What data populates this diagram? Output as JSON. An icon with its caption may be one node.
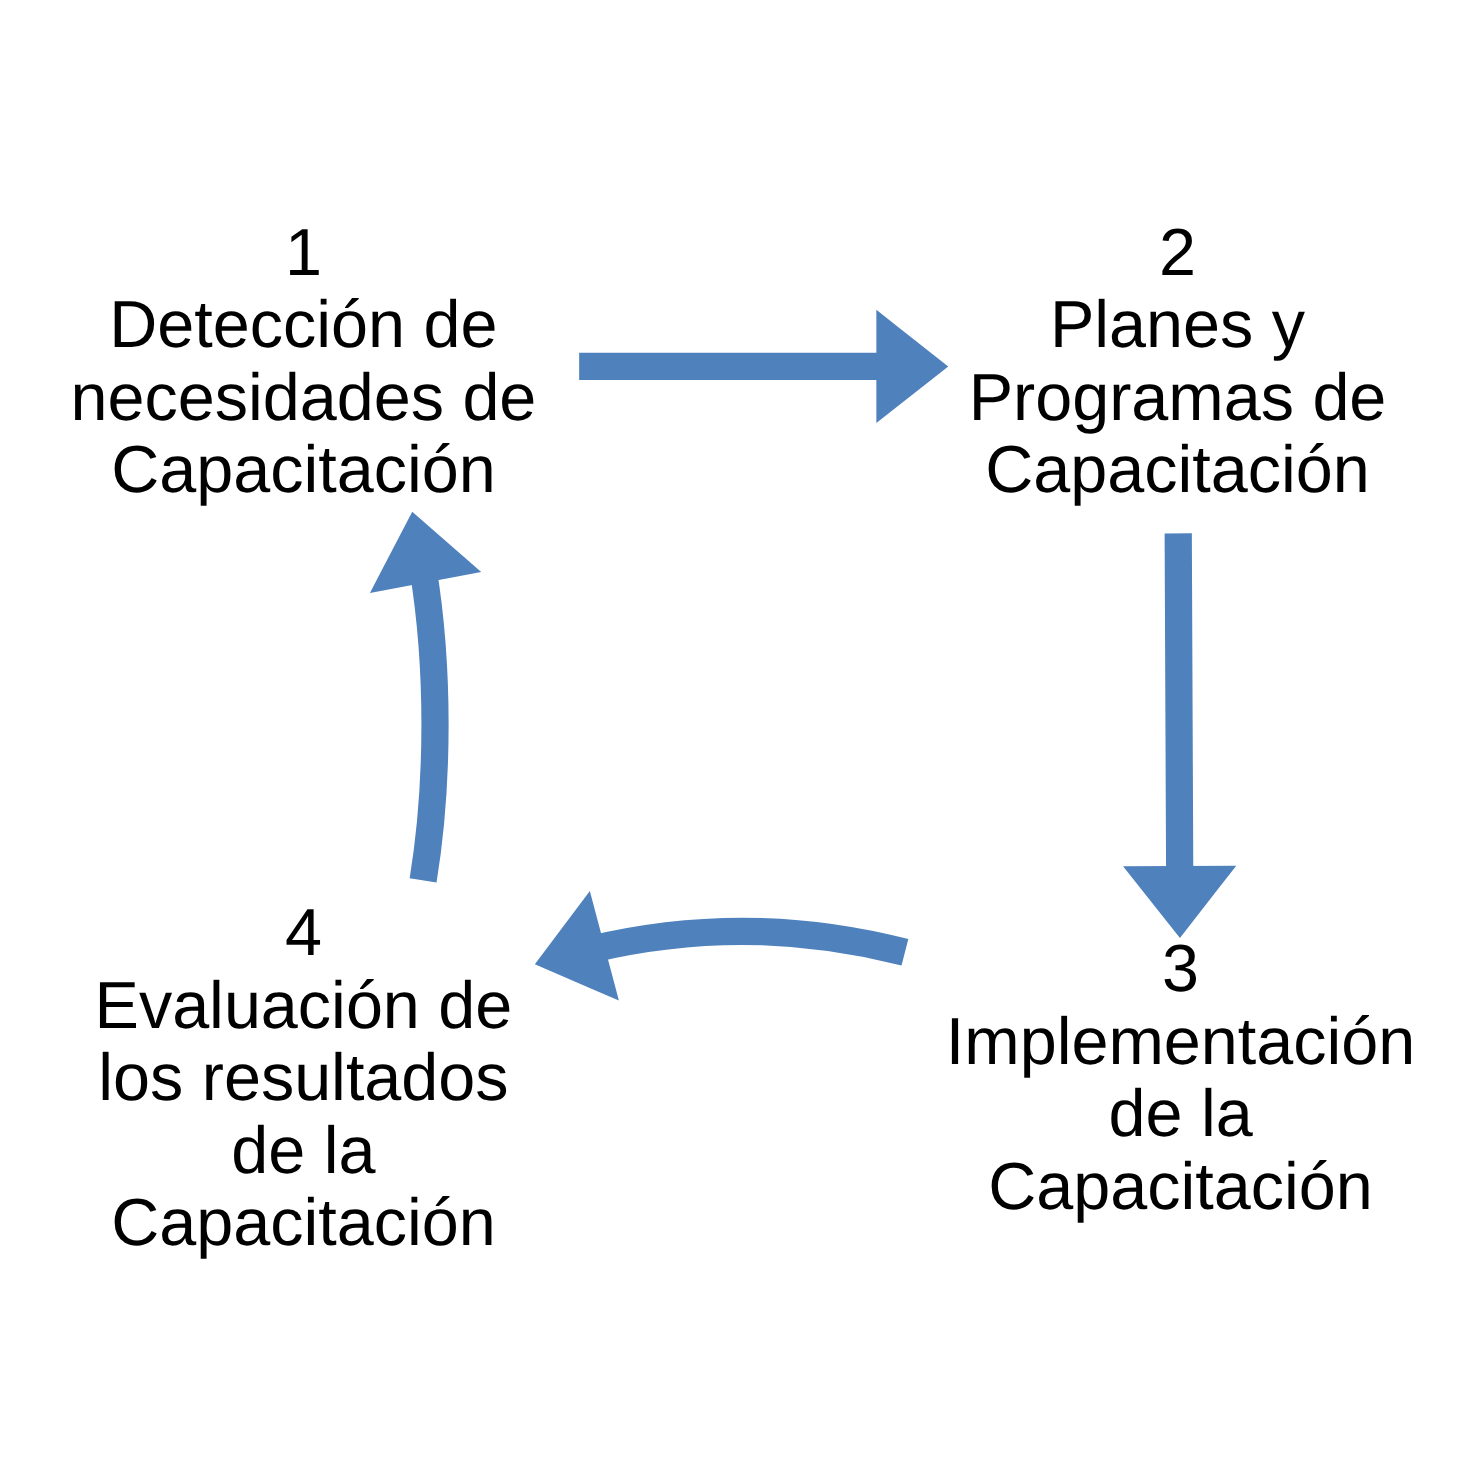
{
  "diagram": {
    "nodes": [
      {
        "text": [
          "1",
          "Detección de necesidades de Capacitación"
        ]
      },
      {
        "text": [
          "2",
          "Planes y Programas de Capacitación"
        ]
      },
      {
        "text": [
          "3",
          "Implementación de la Capacitación"
        ]
      },
      {
        "text": [
          "4",
          "Evaluación de los resultados de la Capacitación"
        ]
      }
    ],
    "edges": [
      {
        "from": 0,
        "to": 1,
        "arrow": "to"
      },
      {
        "from": 1,
        "to": 2,
        "arrow": "to"
      },
      {
        "from": 2,
        "to": 3,
        "arrow": "to"
      },
      {
        "from": 3,
        "to": 0,
        "arrow": "to"
      }
    ]
  }
}
